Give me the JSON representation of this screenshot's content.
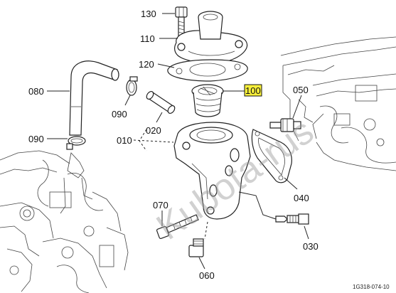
{
  "callouts": {
    "p130": "130",
    "p110": "110",
    "p120": "120",
    "p100": "100",
    "p050": "050",
    "p080": "080",
    "p090a": "090",
    "p020": "020",
    "p010": "010",
    "p090b": "090",
    "p040": "040",
    "p070": "070",
    "p030": "030",
    "p060": "060"
  },
  "highlighted_part": "100",
  "highlight_color": "#f7ef3a",
  "watermark": "Kubota-rus",
  "drawing_code": "1G318-074-10"
}
